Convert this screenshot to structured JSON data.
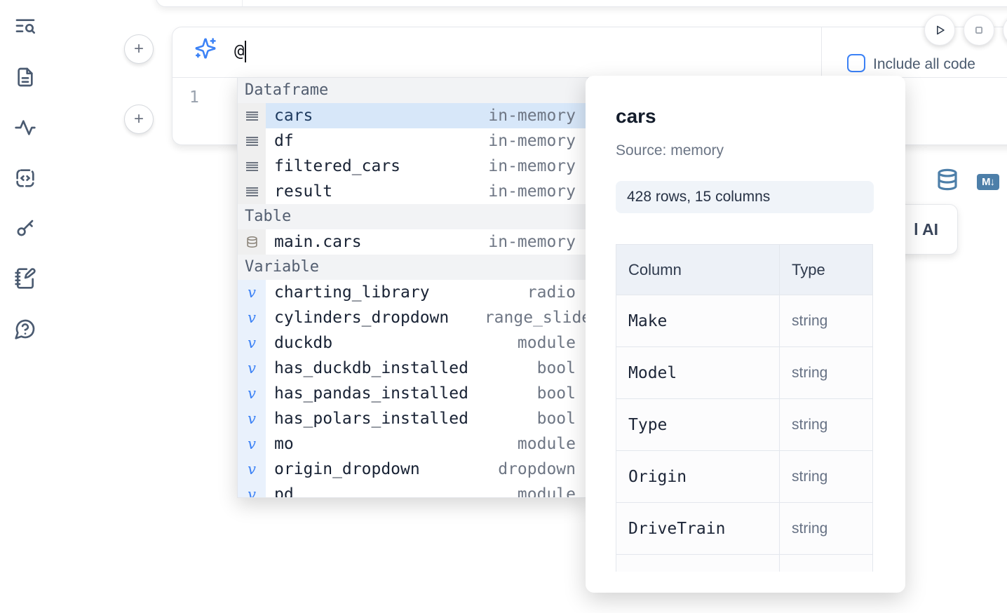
{
  "sidebar": {
    "icons": [
      "list-search",
      "file-text",
      "activity",
      "code-snippet",
      "key",
      "notebook-pen",
      "help-chat"
    ]
  },
  "run_controls": {
    "run": "play-icon",
    "stop": "stop-icon"
  },
  "ai_prompt": {
    "value": "@",
    "checkbox_label": "Include all code"
  },
  "editor": {
    "line_number": "1",
    "markdown_badge": "M↓"
  },
  "add_button_label": "+",
  "autocomplete": {
    "sections": [
      {
        "label": "Dataframe",
        "kind": "dataframe",
        "items": [
          {
            "name": "cars",
            "type": "in-memory",
            "selected": true
          },
          {
            "name": "df",
            "type": "in-memory"
          },
          {
            "name": "filtered_cars",
            "type": "in-memory"
          },
          {
            "name": "result",
            "type": "in-memory"
          }
        ]
      },
      {
        "label": "Table",
        "kind": "table",
        "items": [
          {
            "name": "main.cars",
            "type": "in-memory"
          }
        ]
      },
      {
        "label": "Variable",
        "kind": "variable",
        "items": [
          {
            "name": "charting_library",
            "type": "radio"
          },
          {
            "name": "cylinders_dropdown",
            "type": "range_slider",
            "type_clipped": true
          },
          {
            "name": "duckdb",
            "type": "module"
          },
          {
            "name": "has_duckdb_installed",
            "type": "bool"
          },
          {
            "name": "has_pandas_installed",
            "type": "bool"
          },
          {
            "name": "has_polars_installed",
            "type": "bool"
          },
          {
            "name": "mo",
            "type": "module"
          },
          {
            "name": "origin_dropdown",
            "type": "dropdown"
          },
          {
            "name": "pd",
            "type": "module"
          }
        ]
      }
    ]
  },
  "preview": {
    "title": "cars",
    "source_label": "Source: memory",
    "shape_badge": "428 rows, 15 columns",
    "table": {
      "headers": [
        "Column",
        "Type"
      ],
      "rows": [
        [
          "Make",
          "string"
        ],
        [
          "Model",
          "string"
        ],
        [
          "Type",
          "string"
        ],
        [
          "Origin",
          "string"
        ],
        [
          "DriveTrain",
          "string"
        ]
      ]
    }
  },
  "ai_assist_button": {
    "visible_label": "l AI"
  },
  "colors": {
    "accent_blue": "#3c82f6",
    "steel_blue": "#4d7fa9",
    "selection": "#d7e7f9"
  }
}
